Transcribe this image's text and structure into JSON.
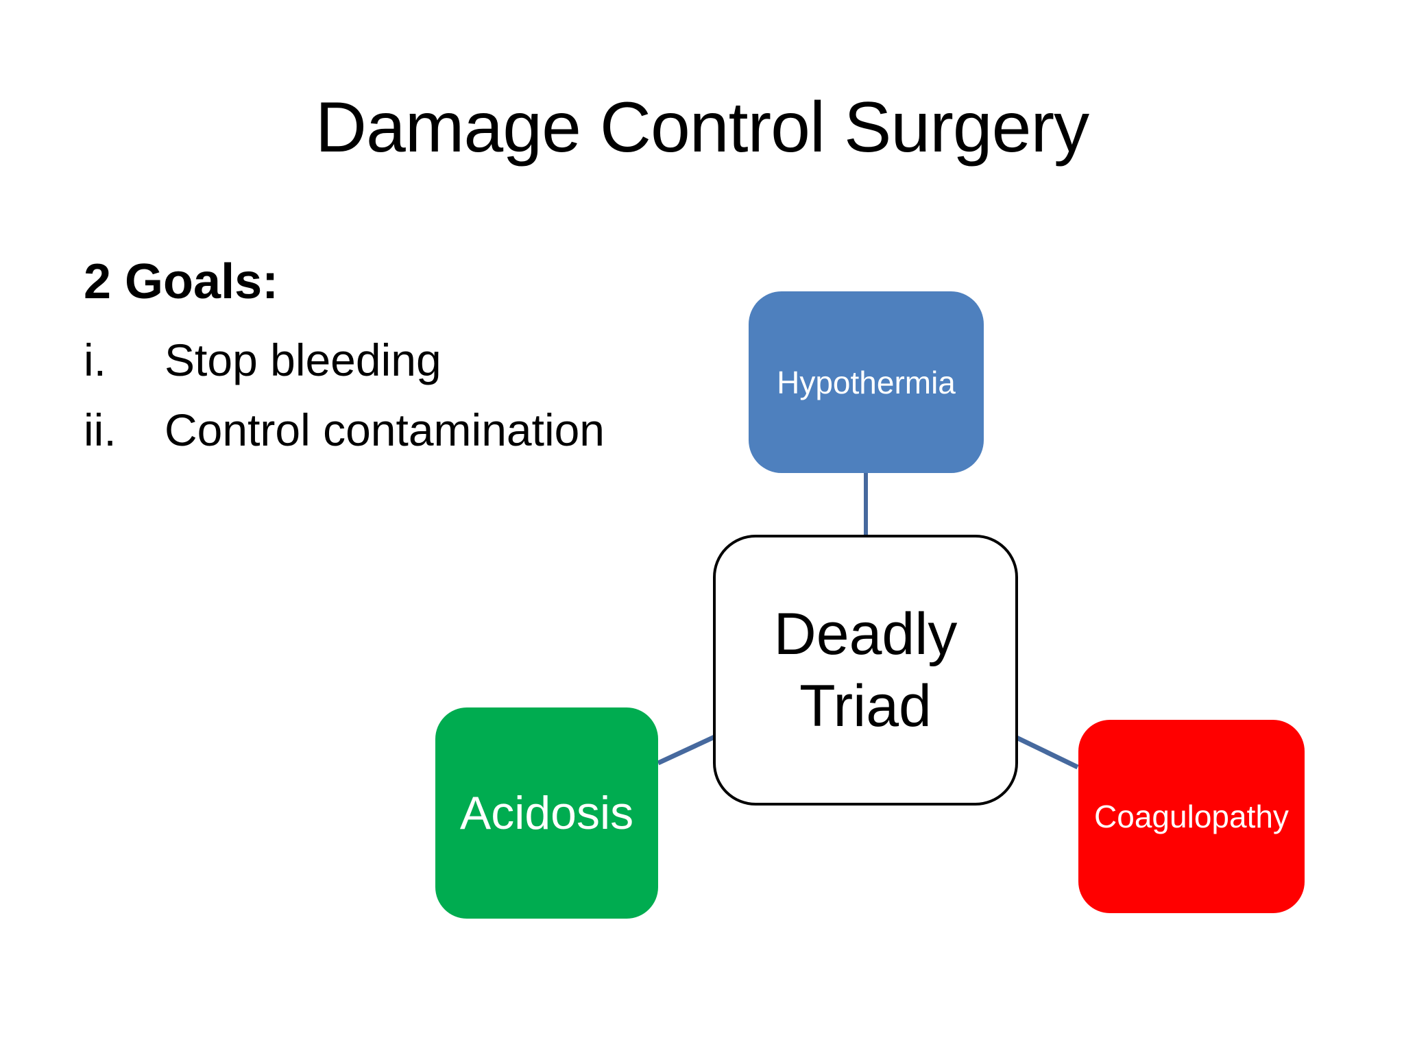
{
  "slide": {
    "background_color": "#FFFFFF",
    "title": "Damage Control Surgery",
    "goals": {
      "heading": "2 Goals:",
      "items": [
        {
          "numeral": "i.",
          "label": "Stop bleeding"
        },
        {
          "numeral": "ii.",
          "label": "Control contamination"
        }
      ]
    },
    "diagram": {
      "center_node": {
        "line1": "Deadly",
        "line2": "Triad",
        "fill_color": "#FFFFFF",
        "border_color": "#000000",
        "text_color": "#000000"
      },
      "satellite_nodes": [
        {
          "id": "hypothermia",
          "label": "Hypothermia",
          "color": "#4E80BE",
          "text_color": "#FFFFFF",
          "position": "top"
        },
        {
          "id": "acidosis",
          "label": "Acidosis",
          "color": "#00AC50",
          "text_color": "#FFFFFF",
          "position": "bottom-left"
        },
        {
          "id": "coagulopathy",
          "label": "Coagulopathy",
          "color": "#FF0000",
          "text_color": "#FFFFFF",
          "position": "bottom-right"
        }
      ],
      "connector_color": "#46699E"
    }
  }
}
